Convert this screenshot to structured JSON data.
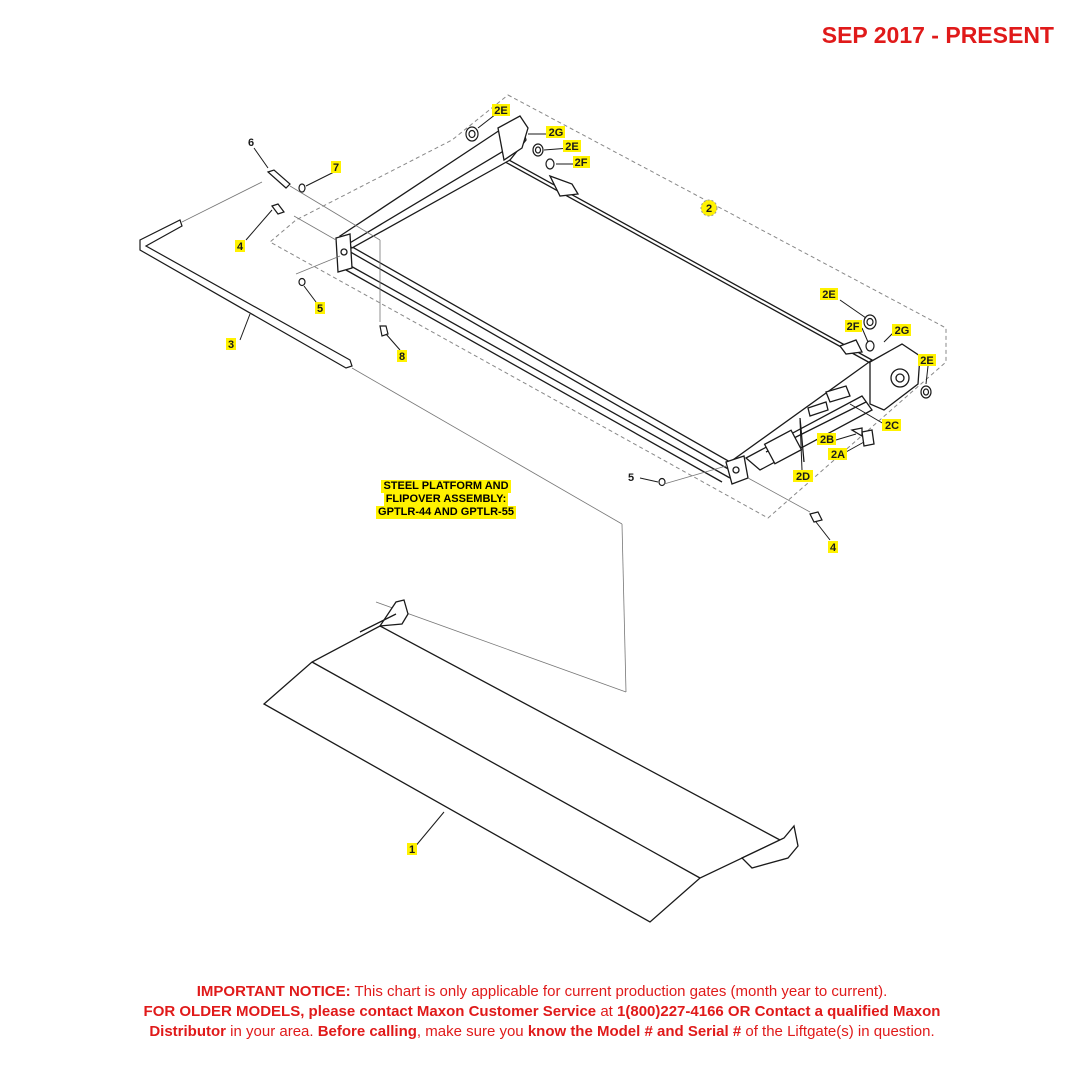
{
  "header": {
    "date_range": "SEP 2017 - PRESENT"
  },
  "assembly_label": {
    "line1": "STEEL PLATFORM AND",
    "line2": "FLIPOVER ASSEMBLY:",
    "line3": "GPTLR-44 AND GPTLR-55"
  },
  "callouts": {
    "c1": "1",
    "c2": "2",
    "c2a": "2A",
    "c2b": "2B",
    "c2c": "2C",
    "c2d": "2D",
    "c2e_a": "2E",
    "c2e_b": "2E",
    "c2e_c": "2E",
    "c2e_d": "2E",
    "c2f_a": "2F",
    "c2f_b": "2F",
    "c2g_a": "2G",
    "c2g_b": "2G",
    "c3": "3",
    "c4_a": "4",
    "c4_b": "4",
    "c5_a": "5",
    "c5_b": "5",
    "c6": "6",
    "c7": "7",
    "c8": "8"
  },
  "notice": {
    "l1_bold": "IMPORTANT NOTICE:",
    "l1_text": " This chart is only applicable for current production gates (month year to current).",
    "l2_bold1": "FOR OLDER MODELS, please contact Maxon Customer Service",
    "l2_text1": " at ",
    "l2_bold2": "1(800)227-4166 OR Contact a qualified Maxon",
    "l3_bold1": "Distributor",
    "l3_text1": " in your area. ",
    "l3_bold2": "Before calling",
    "l3_text2": ", make sure you ",
    "l3_bold3": "know the Model # and Serial #",
    "l3_text3": " of the Liftgate(s) in question."
  },
  "colors": {
    "accent": "#e01a1a",
    "highlight": "#fff200",
    "line": "#1a1a1a"
  }
}
